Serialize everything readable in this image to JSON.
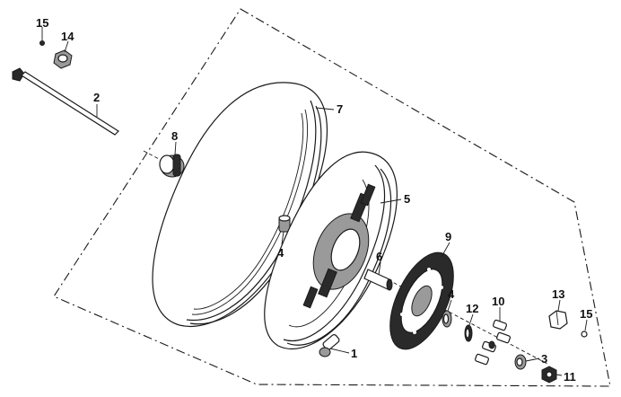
{
  "diagram": {
    "callouts": {
      "p1": "1",
      "p2": "2",
      "p3": "3",
      "p4a": "4",
      "p4b": "4",
      "p5": "5",
      "p6": "6",
      "p7": "7",
      "p8": "8",
      "p9": "9",
      "p10": "10",
      "p11": "11",
      "p12": "12",
      "p13": "13",
      "p14": "14",
      "p15a": "15",
      "p15b": "15"
    }
  }
}
